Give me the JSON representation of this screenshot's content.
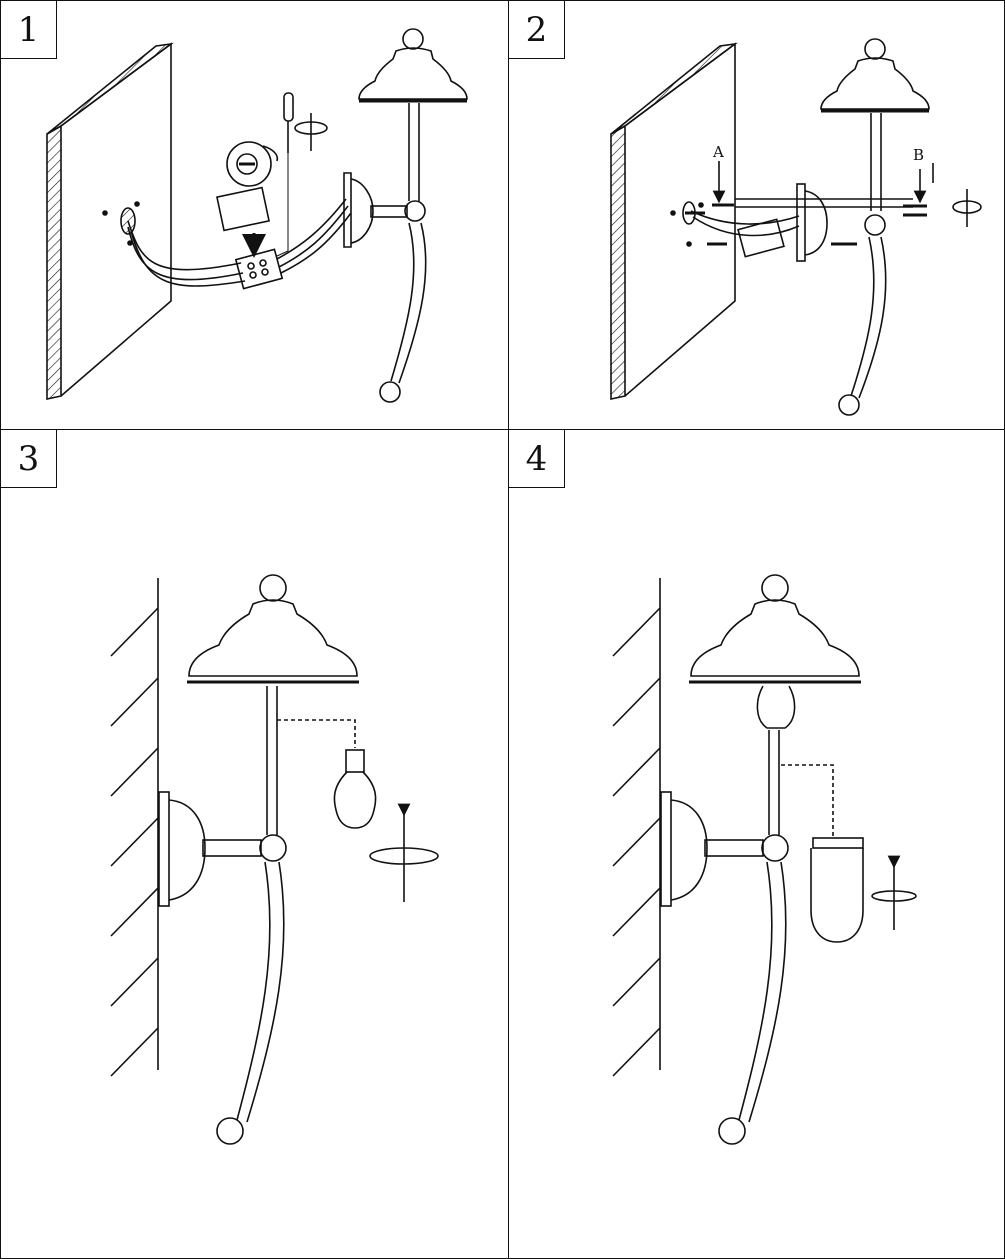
{
  "steps": [
    {
      "number": "1"
    },
    {
      "number": "2",
      "labels": {
        "a": "A",
        "b": "B"
      }
    },
    {
      "number": "3"
    },
    {
      "number": "4"
    }
  ]
}
